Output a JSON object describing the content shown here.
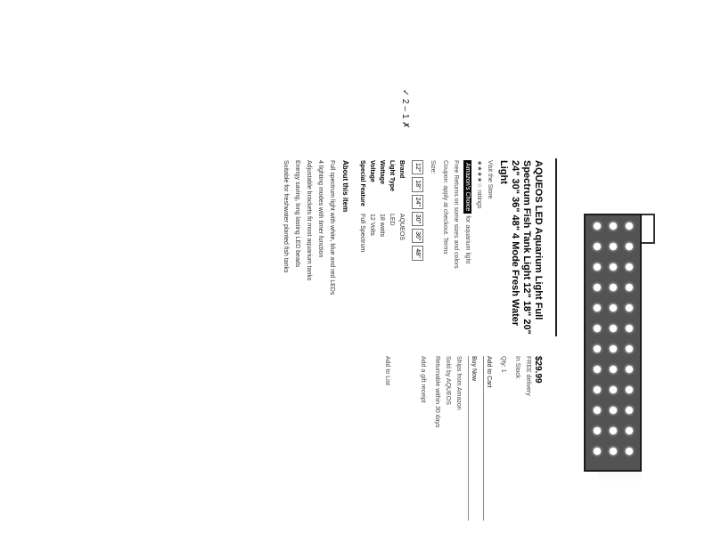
{
  "product": {
    "title": "AQUEOS LED Aquarium Light Full Spectrum Fish Tank Light 12\" 18\" 20\" 24\" 30\" 36\" 48\" 4 Mode Fresh Water Light",
    "visit_store": "Visit the Store",
    "rating": "★★★★☆ ratings",
    "badge": "Amazon's Choice",
    "badge_note": "for aquarium light",
    "deal_text": "Free Returns on some sizes and colors",
    "offer_text": "Coupon: apply at checkout. Terms",
    "size_label": "Size:",
    "sizes": [
      "12\"",
      "18\"",
      "24\"",
      "30\"",
      "36\"",
      "48\""
    ],
    "specs": [
      {
        "k": "Brand",
        "v": "AQUEOS"
      },
      {
        "k": "Light Type",
        "v": "LED"
      },
      {
        "k": "Wattage",
        "v": "18 watts"
      },
      {
        "k": "Voltage",
        "v": "12 Volts"
      },
      {
        "k": "Special Feature",
        "v": "Full Spectrum"
      }
    ],
    "about_title": "About this item",
    "bullets": [
      "Full spectrum light with white, blue and red LEDs",
      "4 lighting modes with timer function",
      "Adjustable brackets fit most aquarium tanks",
      "Energy saving, long lasting LED beads",
      "Suitable for freshwater planted fish tanks"
    ]
  },
  "buybox": {
    "price": "$29.99",
    "delivery": "FREE delivery",
    "stock": "In Stock",
    "qty": "Qty: 1",
    "add_to_cart": "Add to Cart",
    "buy_now": "Buy Now",
    "ships_from": "Ships from Amazon",
    "sold_by": "Sold by AQUEOS",
    "returns": "Returnable within 30 days",
    "gift": "Add a gift receipt",
    "add_list": "Add to List"
  },
  "annotation": "✓ 2 – 1 ✗"
}
